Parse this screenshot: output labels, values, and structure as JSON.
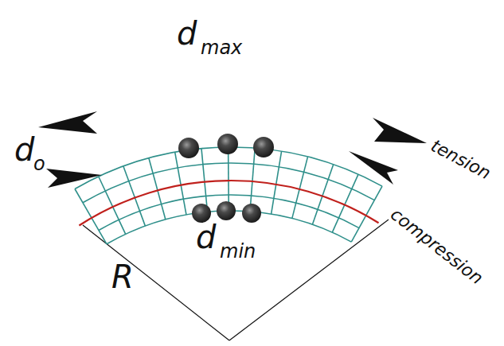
{
  "diagram": {
    "labels": [
      "d",
      "max",
      "d",
      "min",
      "d",
      "o",
      "tension",
      "compression",
      "R"
    ]
  }
}
